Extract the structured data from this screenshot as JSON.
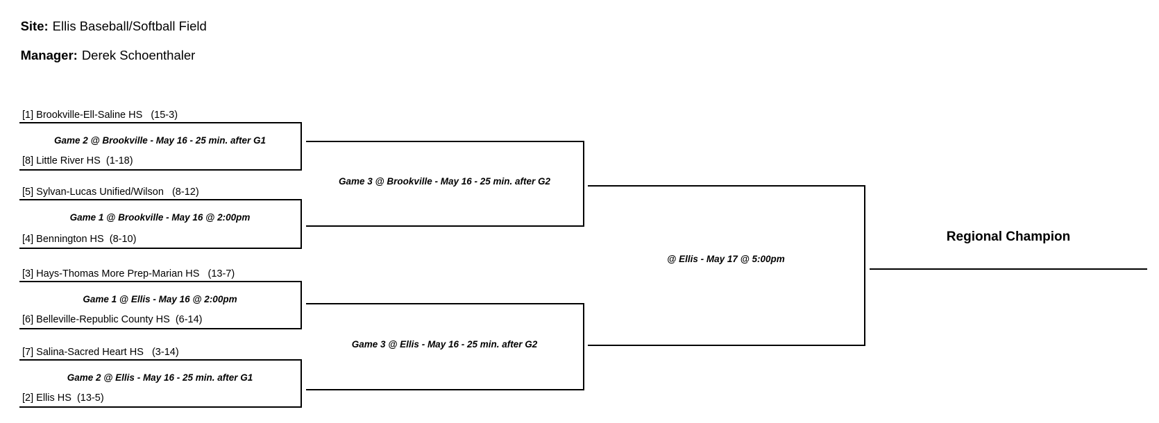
{
  "header": {
    "site_label": "Site:",
    "site_value": "Ellis Baseball/Softball Field",
    "manager_label": "Manager:",
    "manager_value": "Derek Schoenthaler"
  },
  "bracket": {
    "matchups": [
      {
        "top_team": "[1] Brookville-Ell-Saline HS   (15-3)",
        "game_label": "Game 2 @ Brookville - May 16 - 25 min. after G1",
        "bottom_team": "[8] Little River HS  (1-18)"
      },
      {
        "top_team": "[5] Sylvan-Lucas Unified/Wilson   (8-12)",
        "game_label": "Game 1 @ Brookville - May 16 @ 2:00pm",
        "bottom_team": "[4] Bennington HS  (8-10)"
      },
      {
        "top_team": "[3] Hays-Thomas More Prep-Marian HS   (13-7)",
        "game_label": "Game 1 @ Ellis - May 16 @ 2:00pm",
        "bottom_team": "[6] Belleville-Republic County HS  (6-14)"
      },
      {
        "top_team": "[7] Salina-Sacred Heart HS   (3-14)",
        "game_label": "Game 2 @ Ellis - May 16 - 25 min. after G1",
        "bottom_team": "[2] Ellis HS  (13-5)"
      }
    ],
    "semifinals": [
      {
        "game_label": "Game 3 @ Brookville - May 16 - 25 min. after G2"
      },
      {
        "game_label": "Game 3 @ Ellis - May 16 - 25 min. after G2"
      }
    ],
    "final": {
      "game_label": "@ Ellis - May 17 @ 5:00pm"
    },
    "champion_label": "Regional Champion"
  },
  "colors": {
    "background": "#ffffff",
    "text": "#000000",
    "line": "#000000"
  }
}
